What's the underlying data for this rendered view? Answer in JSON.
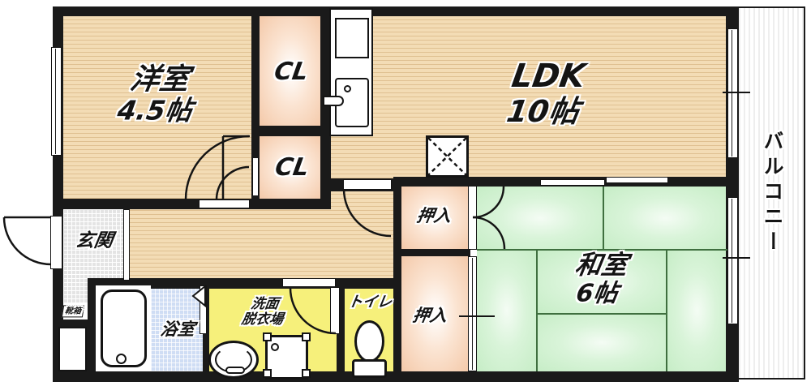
{
  "plan_title": "apartment-floor-plan",
  "rooms": {
    "youshitsu": {
      "name": "洋室",
      "size": "4.5帖"
    },
    "ldk": {
      "name": "LDK",
      "size": "10帖"
    },
    "washitsu": {
      "name": "和室",
      "size": "6帖"
    },
    "cl_top": {
      "name": "CL"
    },
    "cl_bottom": {
      "name": "CL"
    },
    "genkan": {
      "name": "玄関"
    },
    "kutsubako": {
      "name": "靴箱"
    },
    "yokushitsu": {
      "name": "浴室"
    },
    "senmen": {
      "line1": "洗面",
      "line2": "脱衣場"
    },
    "toilet": {
      "name": "トイレ"
    },
    "oshiire_top": {
      "name": "押入"
    },
    "oshiire_bottom": {
      "name": "押入"
    },
    "balcony": {
      "name": "バルコニー"
    }
  },
  "icons": [
    "stove-icon",
    "sink-icon",
    "bathtub-icon",
    "washbasin-icon",
    "washing-machine-icon",
    "toilet-icon",
    "void-x-marker"
  ],
  "colors": {
    "wall": "#1a1a1a",
    "wood_floor": "#f3dcb5",
    "tatami": "#c6edc6",
    "closet": "#f4c9a9",
    "wet_area_yellow": "#f6f07b",
    "bath_blue": "#cfddf4",
    "genkan_gray": "#e4e4e4",
    "balcony_white": "#ffffff"
  }
}
